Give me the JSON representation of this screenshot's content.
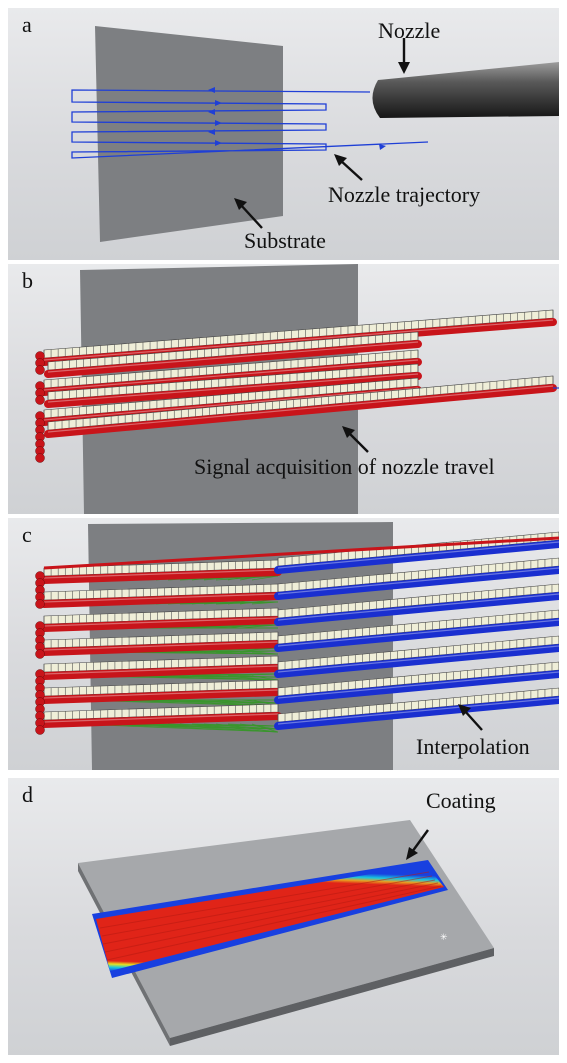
{
  "panels": {
    "a": {
      "label": "a",
      "nozzle": "Nozzle",
      "trajectory": "Nozzle trajectory",
      "substrate": "Substrate"
    },
    "b": {
      "label": "b",
      "signal": "Signal acquisition of nozzle travel"
    },
    "c": {
      "label": "c",
      "interpolation": "Interpolation"
    },
    "d": {
      "label": "d",
      "coating": "Coating"
    }
  },
  "colors": {
    "substrate": "#7d7f82",
    "trajectory": "#1f3fd6",
    "acquired_points": "#c8141a",
    "interpolated_points": "#1a2fd0",
    "interpolation_lines": "#2f9a1f",
    "labels_fill": "#efeed8",
    "coating_core": "#e02418",
    "coating_edge": "#1840e0"
  }
}
